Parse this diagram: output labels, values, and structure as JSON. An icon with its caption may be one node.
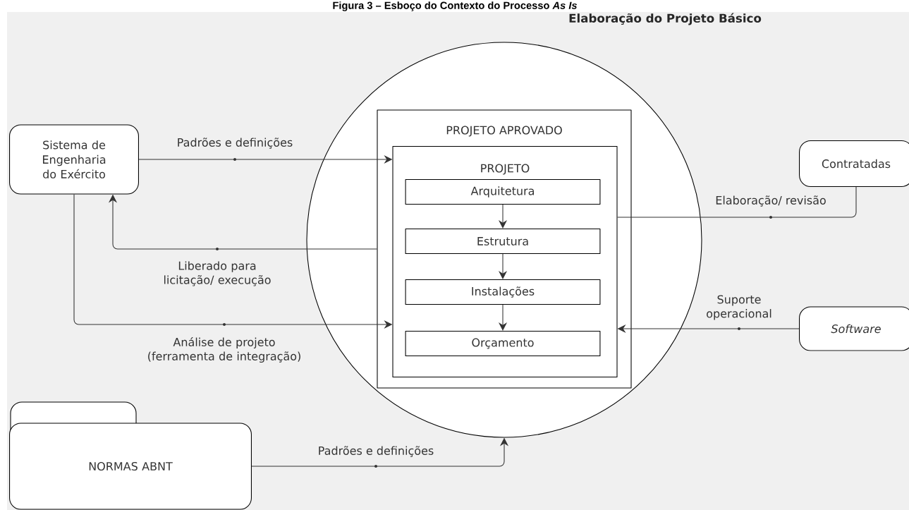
{
  "diagram": {
    "title": "Figura 3 – Esboço do Contexto do Processo *As Is*",
    "nodes": [
      {
        "text": [
          "Elaboração do Projeto Básico"
        ]
      },
      {
        "text": [
          "PROJETO APROVADO"
        ],
        "in": 0
      },
      {
        "text": [
          "PROJETO"
        ],
        "in": 1
      },
      {
        "text": [
          "Arquitetura"
        ],
        "in": 2
      },
      {
        "text": [
          "Estrutura"
        ],
        "in": 2
      },
      {
        "text": [
          "Instalações"
        ],
        "in": 2
      },
      {
        "text": [
          "Orçamento"
        ],
        "in": 2
      },
      {
        "text": [
          "Sistema de Engenharia do Exército"
        ]
      },
      {
        "text": [
          "Contratadas"
        ]
      },
      {
        "text": [
          "Software"
        ]
      },
      {
        "text": [
          "NORMAS ABNT"
        ]
      }
    ],
    "edges": [
      {
        "from": 7,
        "to": 2,
        "arrow": "to",
        "label": "Padrões e definições"
      },
      {
        "from": 1,
        "to": 7,
        "arrow": "to",
        "label": "Liberado para licitação/ execução"
      },
      {
        "from": 7,
        "to": 2,
        "arrow": "to",
        "label": "Análise de projeto (ferramenta de integração)"
      },
      {
        "from": 8,
        "to": 2,
        "arrow": "none",
        "label": "Elaboração/ revisão"
      },
      {
        "from": 9,
        "to": 2,
        "arrow": "to",
        "label": "Suporte operacional"
      },
      {
        "from": 10,
        "to": 0,
        "arrow": "to",
        "label": "Padrões e definições"
      },
      {
        "from": 3,
        "to": 4,
        "arrow": "to"
      },
      {
        "from": 4,
        "to": 5,
        "arrow": "to"
      },
      {
        "from": 5,
        "to": 6,
        "arrow": "to"
      }
    ]
  }
}
